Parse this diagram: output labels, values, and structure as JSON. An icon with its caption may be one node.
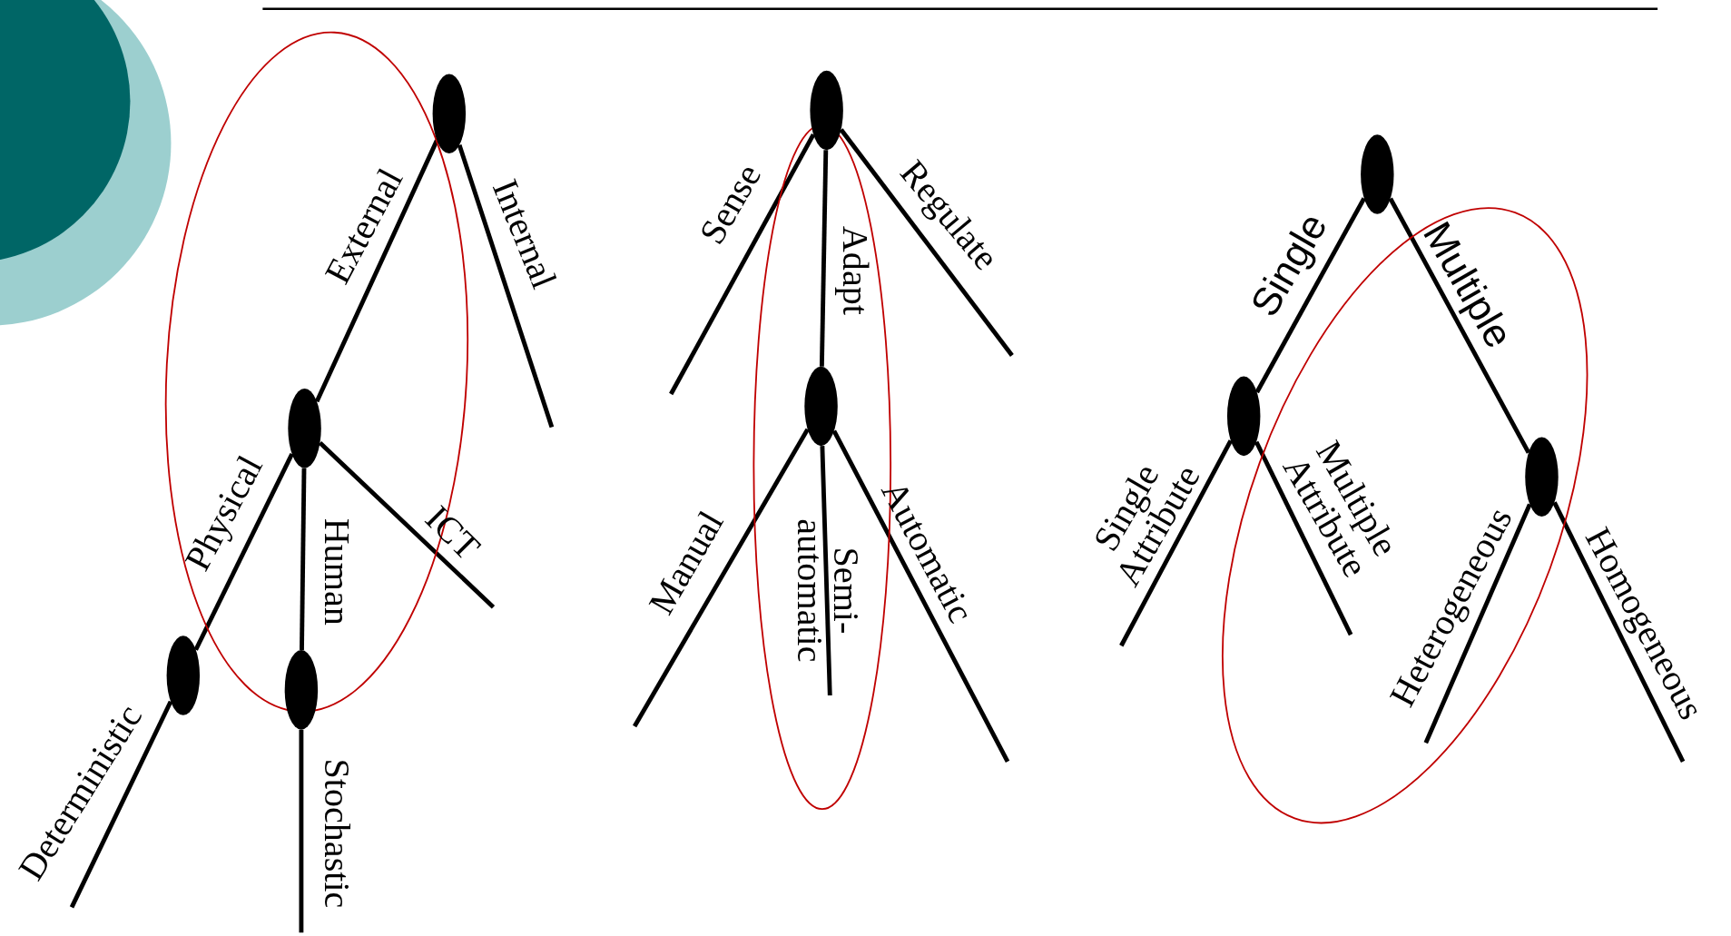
{
  "diagram": {
    "nodes": [
      {
        "text": [],
        "shape": "circle"
      },
      {
        "text": [],
        "shape": "circle"
      },
      {
        "text": [],
        "shape": "circle"
      },
      {
        "text": [],
        "shape": "circle"
      },
      {
        "text": [],
        "shape": "circle"
      },
      {
        "text": [],
        "shape": "circle"
      },
      {
        "text": [],
        "shape": "circle"
      },
      {
        "text": [],
        "shape": "circle"
      },
      {
        "text": [],
        "shape": "circle"
      }
    ],
    "edges": [
      {
        "from": 0,
        "to": 1,
        "label": "External",
        "arrow": "none"
      },
      {
        "from": 0,
        "to": null,
        "label": "Internal",
        "arrow": "none"
      },
      {
        "from": 1,
        "to": 2,
        "label": "Physical",
        "arrow": "none"
      },
      {
        "from": 1,
        "to": 3,
        "label": "Human",
        "arrow": "none"
      },
      {
        "from": 1,
        "to": null,
        "label": "ICT",
        "arrow": "none"
      },
      {
        "from": 2,
        "to": null,
        "label": "Deterministic",
        "arrow": "none"
      },
      {
        "from": 3,
        "to": null,
        "label": "Stochastic",
        "arrow": "none"
      },
      {
        "from": 4,
        "to": null,
        "label": "Sense",
        "arrow": "none"
      },
      {
        "from": 4,
        "to": 5,
        "label": "Adapt",
        "arrow": "none"
      },
      {
        "from": 4,
        "to": null,
        "label": "Regulate",
        "arrow": "none"
      },
      {
        "from": 5,
        "to": null,
        "label": "Manual",
        "arrow": "none"
      },
      {
        "from": 5,
        "to": null,
        "label": "Semi- automatic",
        "arrow": "none"
      },
      {
        "from": 5,
        "to": null,
        "label": "Automatic",
        "arrow": "none"
      },
      {
        "from": 6,
        "to": 7,
        "label": "Single",
        "arrow": "none"
      },
      {
        "from": 6,
        "to": 8,
        "label": "Multiple",
        "arrow": "none"
      },
      {
        "from": 7,
        "to": null,
        "label": "Single Attribute",
        "arrow": "none"
      },
      {
        "from": 7,
        "to": null,
        "label": "Multiple Attribute",
        "arrow": "none"
      },
      {
        "from": 8,
        "to": null,
        "label": "Heterogeneous",
        "arrow": "none"
      },
      {
        "from": 8,
        "to": null,
        "label": "Homogeneous",
        "arrow": "none"
      }
    ]
  }
}
